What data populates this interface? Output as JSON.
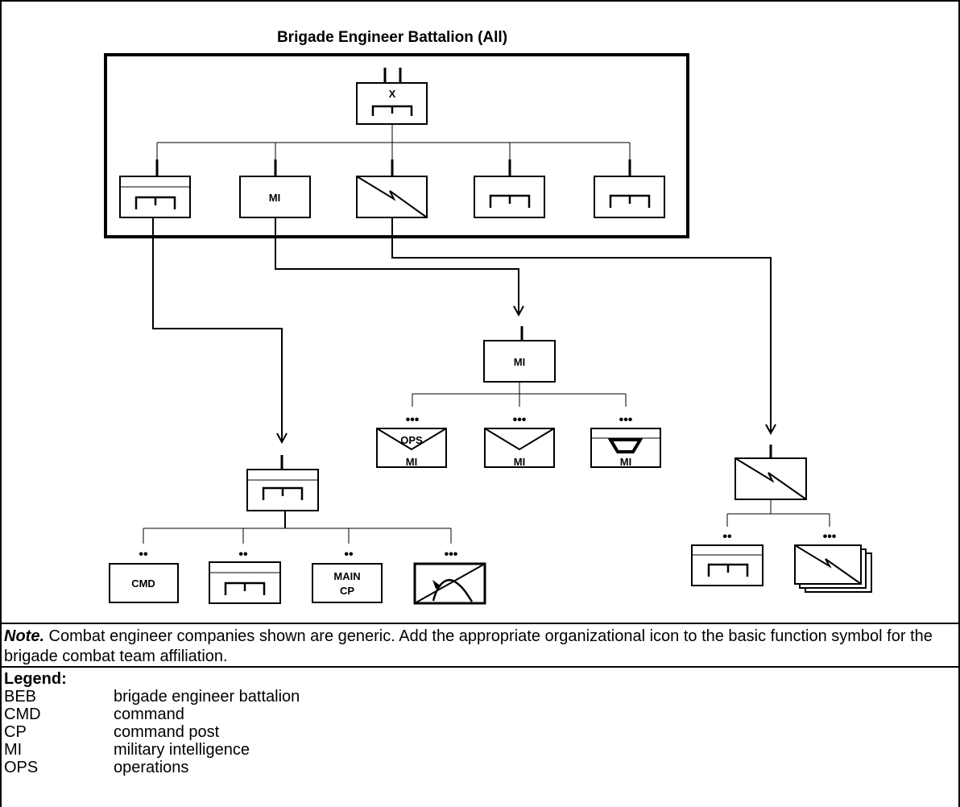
{
  "diagram": {
    "title": "Brigade Engineer Battalion (All)",
    "echelon_marks": {
      "battalion": "II",
      "company": "I",
      "platoon": "•••",
      "section": "••"
    },
    "top": {
      "hq": {
        "label": "X"
      },
      "companies": [
        {
          "id": "hhc",
          "label": ""
        },
        {
          "id": "mi",
          "label": "MI"
        },
        {
          "id": "signal",
          "label": ""
        },
        {
          "id": "eng1",
          "label": ""
        },
        {
          "id": "eng2",
          "label": ""
        }
      ]
    },
    "hhc": {
      "children": [
        {
          "id": "cmd",
          "label": "CMD"
        },
        {
          "id": "eng-sec",
          "label": ""
        },
        {
          "id": "main-cp",
          "label_line1": "MAIN",
          "label_line2": "CP"
        },
        {
          "id": "treatment",
          "label": ""
        }
      ]
    },
    "mi": {
      "label": "MI",
      "children": [
        {
          "id": "ops-mi",
          "top_label": "OPS",
          "label": "MI"
        },
        {
          "id": "humint-mi",
          "label": "MI"
        },
        {
          "id": "uas-mi",
          "label": "MI"
        }
      ]
    },
    "signal": {
      "children": [
        {
          "id": "sig-eng",
          "label": ""
        },
        {
          "id": "sig-plt",
          "label": ""
        }
      ]
    }
  },
  "note": {
    "heading": "Note.",
    "text": " Combat engineer companies shown are generic. Add the appropriate organizational icon to the basic function symbol for the brigade combat team affiliation."
  },
  "legend": {
    "title": "Legend:",
    "items": [
      {
        "abbr": "BEB",
        "meaning": "brigade engineer battalion"
      },
      {
        "abbr": "CMD",
        "meaning": "command"
      },
      {
        "abbr": "CP",
        "meaning": "command post"
      },
      {
        "abbr": "MI",
        "meaning": "military intelligence"
      },
      {
        "abbr": "OPS",
        "meaning": "operations"
      }
    ]
  }
}
